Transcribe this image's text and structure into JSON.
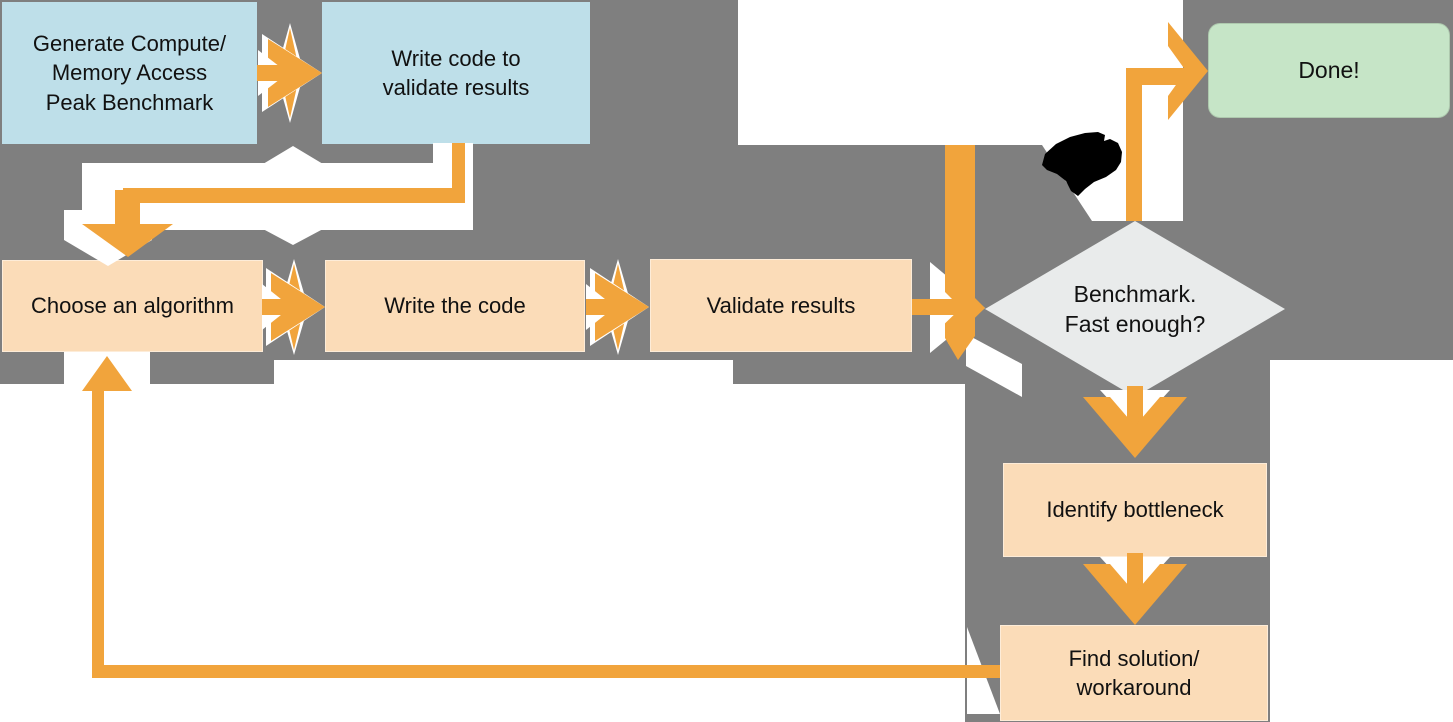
{
  "colors": {
    "background": "#FFFFFF",
    "canvas-gray": "#7F7F7F",
    "arrow-orange": "#F1A43C",
    "benchmark-fill": "#BEDFE9",
    "process-fill": "#FBDCB8",
    "decision-fill": "#E9EBEB",
    "done-fill": "#C6E5C7",
    "annotation-black": "#000000",
    "text": "#111111"
  },
  "nodes": [
    {
      "id": "generate-benchmark",
      "type": "benchmark",
      "label": "Generate Compute/\nMemory Access\nPeak Benchmark"
    },
    {
      "id": "write-validation-code",
      "type": "benchmark",
      "label": "Write code to\nvalidate results"
    },
    {
      "id": "choose-algorithm",
      "type": "process",
      "label": "Choose an algorithm"
    },
    {
      "id": "write-code",
      "type": "process",
      "label": "Write the code"
    },
    {
      "id": "validate-results",
      "type": "process",
      "label": "Validate results"
    },
    {
      "id": "benchmark-decision",
      "type": "decision",
      "label": "Benchmark.\nFast enough?"
    },
    {
      "id": "done",
      "type": "terminal",
      "label": "Done!"
    },
    {
      "id": "identify-bottleneck",
      "type": "process",
      "label": "Identify bottleneck"
    },
    {
      "id": "find-solution",
      "type": "process",
      "label": "Find solution/\nworkaround"
    }
  ],
  "edges": [
    {
      "from": "generate-benchmark",
      "to": "write-validation-code",
      "style": "double-fat-arrow"
    },
    {
      "from": "write-validation-code",
      "to": "choose-algorithm",
      "style": "loop-back"
    },
    {
      "from": "choose-algorithm",
      "to": "write-code",
      "style": "double-fat-arrow"
    },
    {
      "from": "write-code",
      "to": "validate-results",
      "style": "double-fat-arrow"
    },
    {
      "from": "validate-results",
      "to": "benchmark-decision",
      "style": "merge-arrow"
    },
    {
      "from": "benchmark-decision",
      "to": "done",
      "style": "elbow-up-right"
    },
    {
      "from": "benchmark-decision",
      "to": "identify-bottleneck",
      "style": "fat-down-arrow"
    },
    {
      "from": "identify-bottleneck",
      "to": "find-solution",
      "style": "fat-down-arrow"
    },
    {
      "from": "find-solution",
      "to": "choose-algorithm",
      "style": "feedback-left-up"
    }
  ]
}
